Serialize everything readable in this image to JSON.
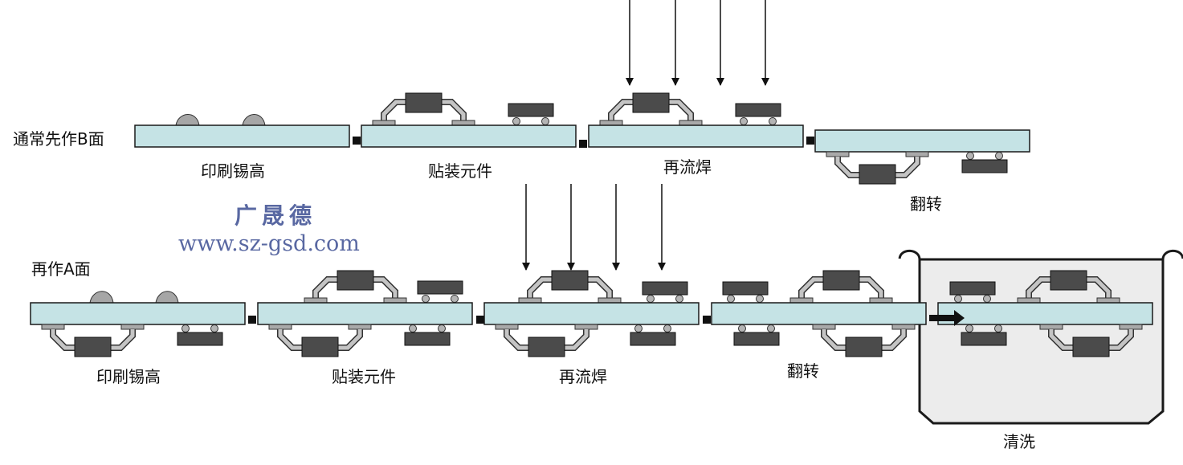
{
  "labels": {
    "side_b": "通常先作B面",
    "side_a": "再作A面",
    "print_b": "印刷锡高",
    "place_b": "贴装元件",
    "reflow_b": "再流焊",
    "flip_b": "翻转",
    "print_a": "印刷锡高",
    "place_a": "贴装元件",
    "reflow_a": "再流焊",
    "flip_a": "翻转",
    "clean": "清洗"
  },
  "watermark": {
    "name": "广晟德",
    "url": "www.sz-gsd.com"
  },
  "colors": {
    "board": "#c5e3e5",
    "component": "#4b4b4b",
    "pad": "#a9a9a9",
    "lead": "#c4c4c4",
    "paste": "#a6a6a6",
    "tank": "#ececec",
    "watermark": "#5968a2",
    "stroke": "#1a1a1a"
  }
}
